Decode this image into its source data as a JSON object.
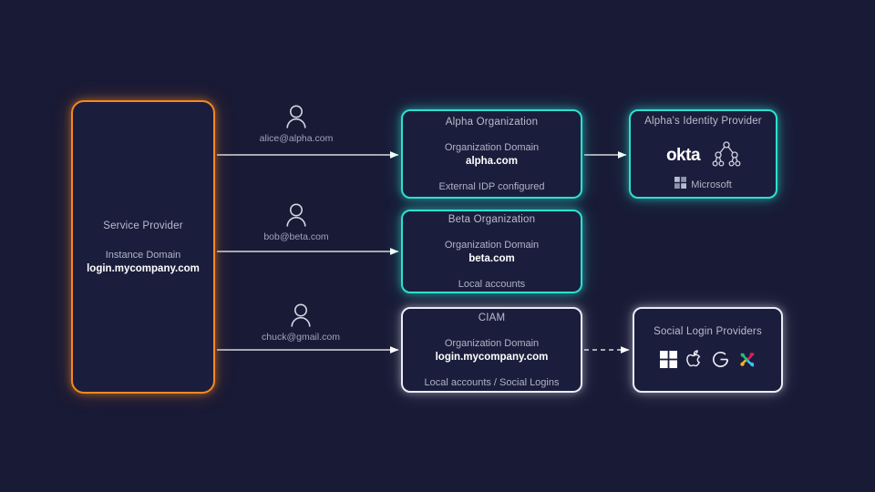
{
  "theme": {
    "background": "#191a36",
    "node_fill": "#1b1d3c",
    "accent_teal": "#2ce0d0",
    "accent_orange": "#f5881f",
    "accent_white": "#e9ecf5",
    "text_primary": "#ffffff",
    "text_muted": "#aeb3c4"
  },
  "service_provider": {
    "title": "Service Provider",
    "domain_label": "Instance Domain",
    "domain_value": "login.mycompany.com"
  },
  "users": [
    {
      "icon": "user-icon",
      "email": "alice@alpha.com"
    },
    {
      "icon": "user-icon",
      "email": "bob@beta.com"
    },
    {
      "icon": "user-icon",
      "email": "chuck@gmail.com"
    }
  ],
  "organizations": [
    {
      "title": "Alpha Organization",
      "domain_label": "Organization Domain",
      "domain_value": "alpha.com",
      "auth_note": "External IDP configured"
    },
    {
      "title": "Beta Organization",
      "domain_label": "Organization Domain",
      "domain_value": "beta.com",
      "auth_note": "Local accounts"
    },
    {
      "title": "CIAM",
      "domain_label": "Organization Domain",
      "domain_value": "login.mycompany.com",
      "auth_note": "Local accounts / Social Logins"
    }
  ],
  "identity_provider": {
    "title": "Alpha's Identity Provider",
    "logos": [
      {
        "icon": "okta-logo",
        "label": "okta"
      },
      {
        "icon": "ldap-directory-tree-icon",
        "label": ""
      },
      {
        "icon": "microsoft-logo",
        "label": "Microsoft"
      }
    ]
  },
  "social_providers": {
    "title": "Social  Login Providers",
    "logos": [
      {
        "icon": "microsoft-windows-logo",
        "label": "Microsoft"
      },
      {
        "icon": "apple-logo",
        "label": "Apple"
      },
      {
        "icon": "google-logo",
        "label": "Google"
      },
      {
        "icon": "slack-logo",
        "label": "Slack"
      }
    ]
  },
  "connectors": [
    {
      "name": "sp-to-alpha-org",
      "style": "solid"
    },
    {
      "name": "sp-to-beta-org",
      "style": "solid"
    },
    {
      "name": "sp-to-ciam",
      "style": "solid"
    },
    {
      "name": "alpha-org-to-alpha-idp",
      "style": "solid"
    },
    {
      "name": "ciam-to-social-providers",
      "style": "dashed"
    }
  ]
}
